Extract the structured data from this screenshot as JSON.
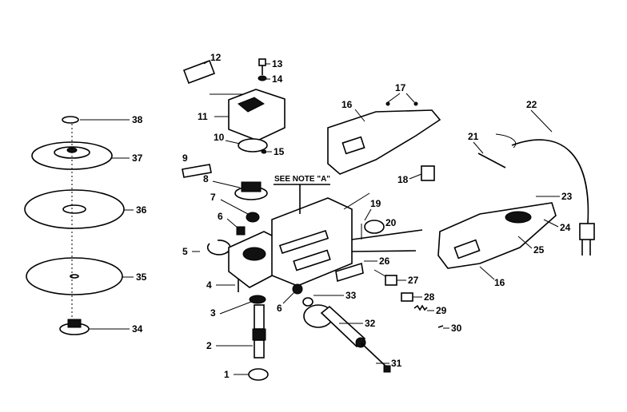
{
  "diagram": {
    "note": "SEE NOTE \"A\"",
    "labels": {
      "p1": "1",
      "p2": "2",
      "p3": "3",
      "p4": "4",
      "p5": "5",
      "p6a": "6",
      "p6b": "6",
      "p7": "7",
      "p8": "8",
      "p9": "9",
      "p10": "10",
      "p11": "11",
      "p12": "12",
      "p13": "13",
      "p14": "14",
      "p15": "15",
      "p16a": "16",
      "p16b": "16",
      "p17": "17",
      "p18": "18",
      "p19": "19",
      "p20": "20",
      "p21": "21",
      "p22": "22",
      "p23": "23",
      "p24": "24",
      "p25": "25",
      "p26": "26",
      "p27": "27",
      "p28": "28",
      "p29": "29",
      "p30": "30",
      "p31": "31",
      "p32": "32",
      "p33": "33",
      "p34": "34",
      "p35": "35",
      "p36": "36",
      "p37": "37",
      "p38": "38"
    }
  }
}
